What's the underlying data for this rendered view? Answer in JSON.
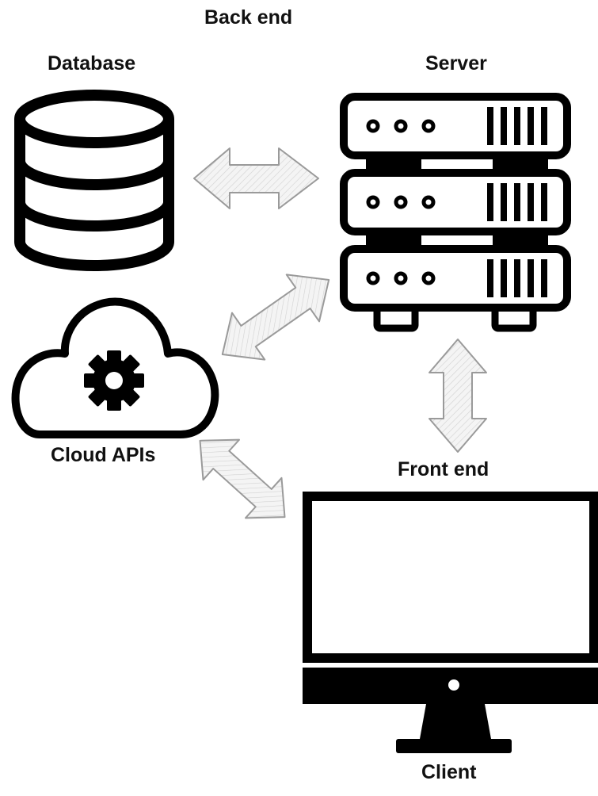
{
  "labels": {
    "back_end": "Back end",
    "database": "Database",
    "server": "Server",
    "cloud_apis": "Cloud APIs",
    "front_end": "Front end",
    "client": "Client"
  },
  "colors": {
    "stroke": "#000000",
    "arrow_fill": "#eeeeee",
    "arrow_stroke": "#999999",
    "background": "#ffffff"
  },
  "icons": {
    "database": "database-icon",
    "server": "server-rack-icon",
    "cloud": "cloud-gear-icon",
    "client": "desktop-monitor-icon"
  },
  "connections": [
    {
      "from": "database",
      "to": "server"
    },
    {
      "from": "cloud_apis",
      "to": "server"
    },
    {
      "from": "server",
      "to": "client"
    },
    {
      "from": "cloud_apis",
      "to": "client"
    }
  ]
}
